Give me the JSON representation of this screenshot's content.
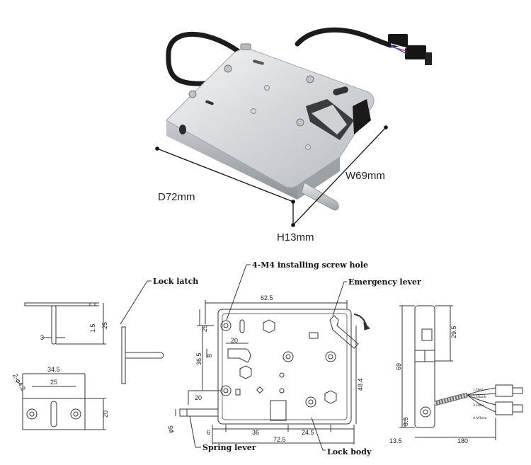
{
  "photo": {
    "label_depth": "D72mm",
    "label_width": "W69mm",
    "label_height": "H13mm"
  },
  "callouts": {
    "screw_holes": "4-M4 installing screw hole",
    "lock_latch": "Lock latch",
    "emergency_lever": "Emergency lever",
    "spring_lever": "Spring lever",
    "lock_body": "Lock body"
  },
  "latch_views": {
    "d_1_5": "1.5",
    "d_25": "25",
    "d_3": "3",
    "d_34_5": "34.5",
    "d_25_w": "25",
    "d_2_phi": "2-φ4.2",
    "d_20": "20"
  },
  "front_view": {
    "d_62_5": "62.5",
    "d_25": "25",
    "d_20_top": "20",
    "d_8": "8",
    "d_36_5": "36.5",
    "d_48_4": "48.4",
    "d_20_left": "20",
    "d_phi5": "φ5",
    "d_6": "6",
    "d_36": "36",
    "d_24_5": "24.5",
    "d_72_5": "72.5"
  },
  "side_view": {
    "d_69": "69",
    "d_29_5": "29.5",
    "d_8_5": "8.5",
    "d_13_5": "13.5",
    "d_180": "180",
    "wire_1": "1.Red",
    "wire_2": "2.Black",
    "wire_3": "3.Blue",
    "wire_4": "4.White"
  }
}
